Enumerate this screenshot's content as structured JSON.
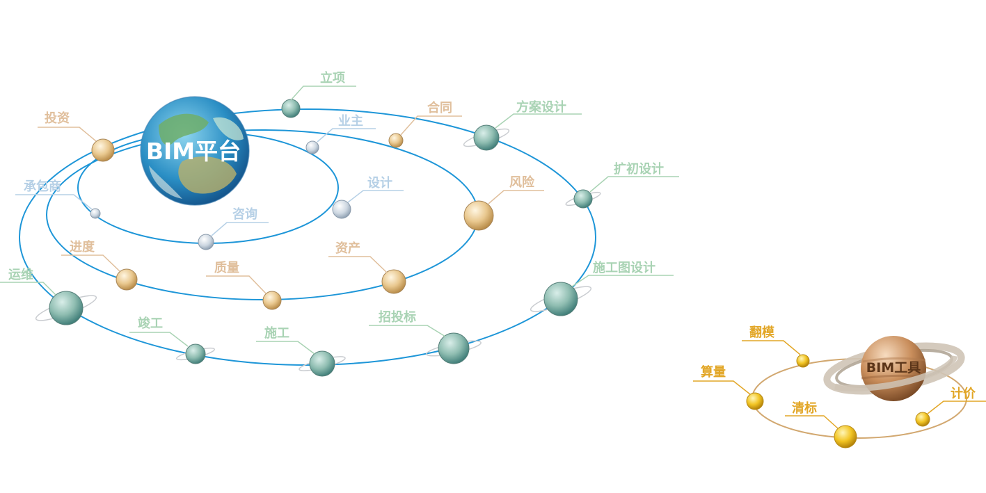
{
  "bim_platform": {
    "center_label": "BIM平台",
    "outer_ring_nodes": [
      "立项",
      "方案设计",
      "扩初设计",
      "施工图设计",
      "招投标",
      "施工",
      "竣工",
      "运维"
    ],
    "middle_ring_nodes": [
      "投资",
      "合同",
      "风险",
      "资产",
      "质量",
      "进度"
    ],
    "inner_ring_nodes": [
      "业主",
      "设计",
      "咨询",
      "承包商"
    ]
  },
  "bim_tools": {
    "center_label": "BIM工具",
    "nodes": [
      "翻模",
      "算量",
      "清标",
      "计价"
    ]
  },
  "colors": {
    "orbit_line": "#1e96d8",
    "outer_label": "#a9d3b4",
    "middle_label": "#e0bf9c",
    "inner_label": "#b6d0e6",
    "tool_label": "#e2a626",
    "tool_orbit": "#d2a870"
  }
}
